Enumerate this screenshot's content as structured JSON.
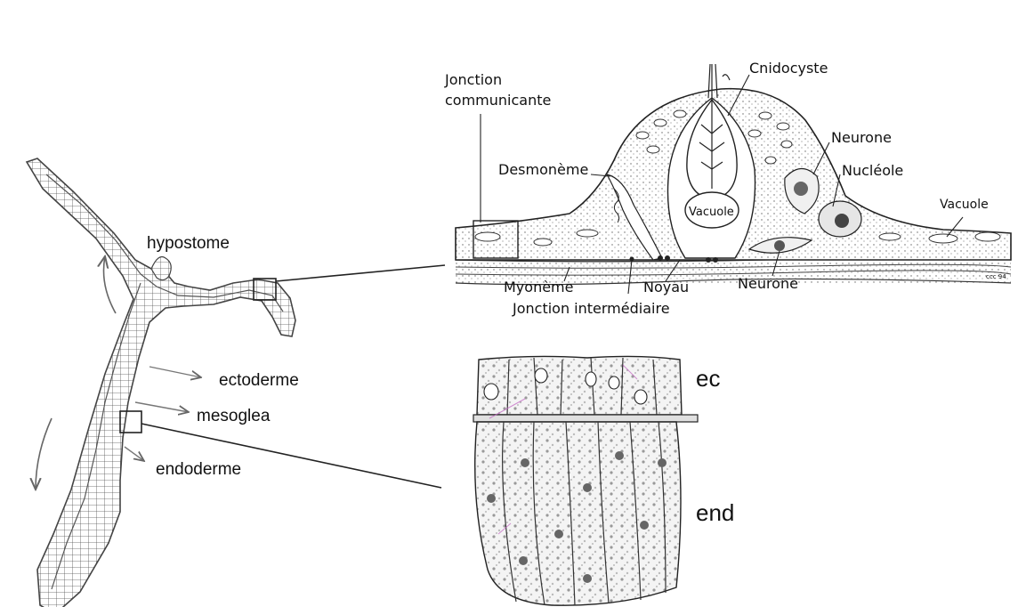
{
  "left_panel": {
    "hypostome": "hypostome",
    "ectoderme": "ectoderme",
    "mesoglea": "mesoglea",
    "endoderme": "endoderme"
  },
  "top_panel": {
    "jonction_communicante_1": "Jonction",
    "jonction_communicante_2": "communicante",
    "cnidocyste": "Cnidocyste",
    "neurone_top": "Neurone",
    "desmoneme": "Desmonème",
    "nucleole": "Nucléole",
    "vacuole_inner": "Vacuole",
    "vacuole_right": "Vacuole",
    "myoneme": "Myonème",
    "noyau": "Noyau",
    "neurone_bottom": "Neurone",
    "jonction_intermediaire": "Jonction intermédiaire",
    "credit": "ccc 94"
  },
  "bottom_panel": {
    "ec": "ec",
    "end": "end"
  }
}
